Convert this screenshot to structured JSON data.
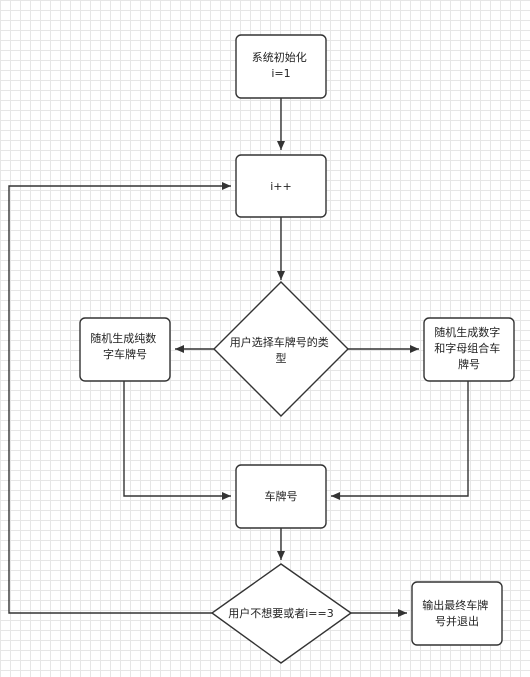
{
  "flowchart": {
    "nodes": {
      "init": {
        "lines": [
          "系统初始化",
          "i=1"
        ]
      },
      "increment": {
        "lines": [
          "i++"
        ]
      },
      "choose_type": {
        "lines": [
          "用户选择车牌号的类",
          "型"
        ]
      },
      "random_numeric": {
        "lines": [
          "随机生成纯数",
          "字车牌号"
        ]
      },
      "random_mixed": {
        "lines": [
          "随机生成数字",
          "和字母组合车",
          "牌号"
        ]
      },
      "plate": {
        "lines": [
          "车牌号"
        ]
      },
      "exit_check": {
        "lines": [
          "用户不想要或者i==3"
        ]
      },
      "output": {
        "lines": [
          "输出最终车牌",
          "号并退出"
        ]
      }
    }
  }
}
